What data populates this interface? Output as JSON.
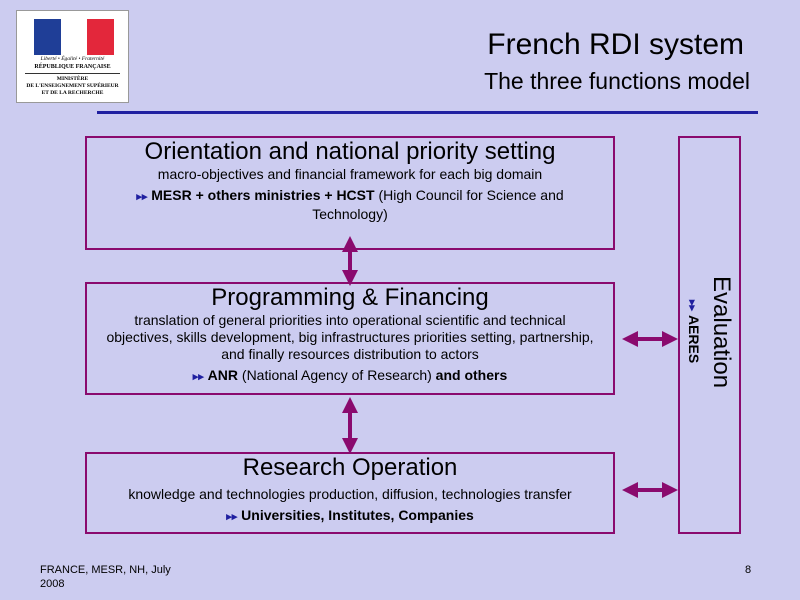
{
  "logo": {
    "motto": "Liberté • Égalité • Fraternité",
    "republic": "RÉPUBLIQUE FRANÇAISE",
    "ministry_line1": "MINISTÈRE",
    "ministry_line2": "DE L'ENSEIGNEMENT SUPÉRIEUR",
    "ministry_line3": "ET DE LA RECHERCHE",
    "flag_colors": [
      "#1F3E97",
      "#FFFFFF",
      "#E3273B"
    ]
  },
  "title": "French RDI system",
  "subtitle": "The three functions model",
  "boxes": {
    "orientation": {
      "heading": "Orientation and national priority setting",
      "description": "macro-objectives and financial framework for each big domain",
      "actor_bold": "MESR + others ministries + HCST",
      "actor_rest": " (High Council for Science and Technology)"
    },
    "programming": {
      "heading": "Programming & Financing",
      "description": "translation of general priorities into operational scientific and technical objectives, skills development, big infrastructures priorities setting, partnership, and finally resources distribution to actors",
      "actor_bold": "ANR",
      "actor_rest": " (National Agency of Research) ",
      "actor_bold2": "and others"
    },
    "research": {
      "heading": "Research Operation",
      "description": "knowledge and technologies production, diffusion, technologies transfer",
      "actor_bold": "Universities, Institutes, Companies"
    }
  },
  "evaluation": {
    "label": "Evaluation",
    "actor": "AERES"
  },
  "bullet_glyph": "▸▸",
  "colors": {
    "background": "#CCCCF0",
    "box_border": "#8A0A6E",
    "arrow": "#8A0A6E",
    "rule": "#1F1FA0"
  },
  "footer": {
    "left": "FRANCE, MESR, NH, July 2008",
    "page_number": "8"
  }
}
